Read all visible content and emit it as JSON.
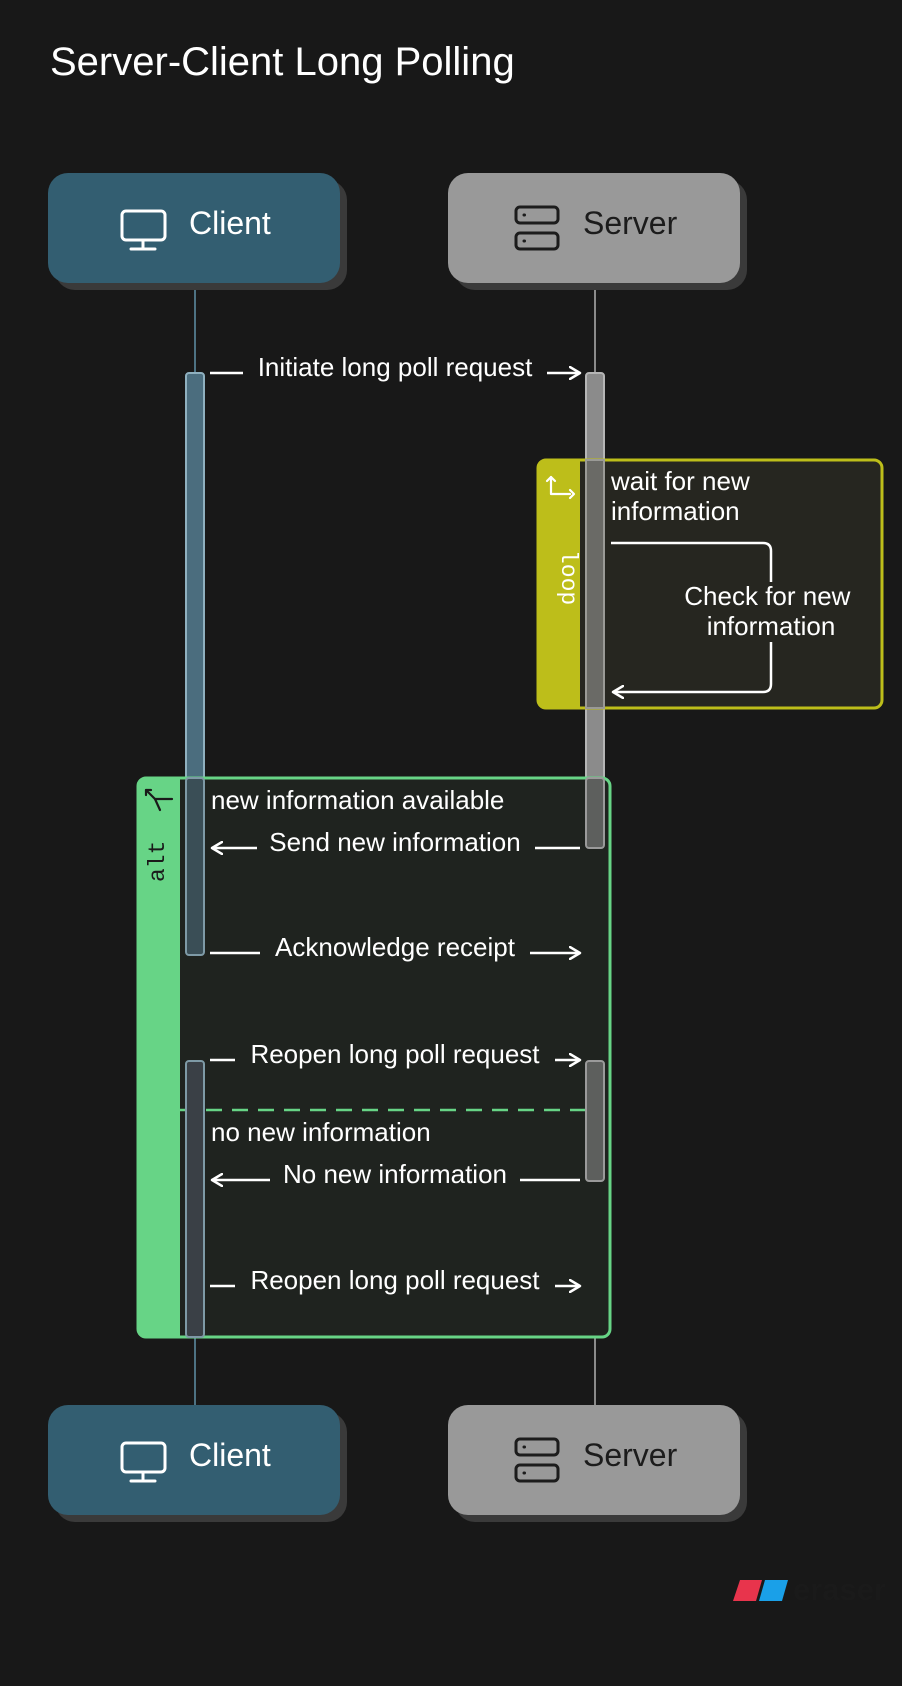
{
  "title": "Server-Client Long Polling",
  "participants": {
    "client": {
      "label": "Client",
      "icon": "monitor-icon",
      "fill": "#335e71",
      "text_color": "#ffffff"
    },
    "server": {
      "label": "Server",
      "icon": "server-icon",
      "fill": "#999999",
      "text_color": "#1c1c1c"
    }
  },
  "messages": {
    "initiate": "Initiate long poll request",
    "send_new": "Send new information",
    "acknowledge": "Acknowledge receipt",
    "reopen_1": "Reopen long poll request",
    "no_new": "No new information",
    "reopen_2": "Reopen long poll request"
  },
  "loop_fragment": {
    "tag": "loop",
    "condition": "wait for new information",
    "condition_lines": [
      "wait for new",
      "information"
    ],
    "self_message": "Check for new information",
    "self_message_lines": [
      "Check for new",
      "information"
    ],
    "color": "#bdbe1a"
  },
  "alt_fragment": {
    "tag": "alt",
    "condition_1": "new information available",
    "condition_2": "no new information",
    "color": "#67d486"
  },
  "brand": {
    "name": "eraser",
    "colors": [
      "#e8344c",
      "#1aa0e8"
    ]
  }
}
